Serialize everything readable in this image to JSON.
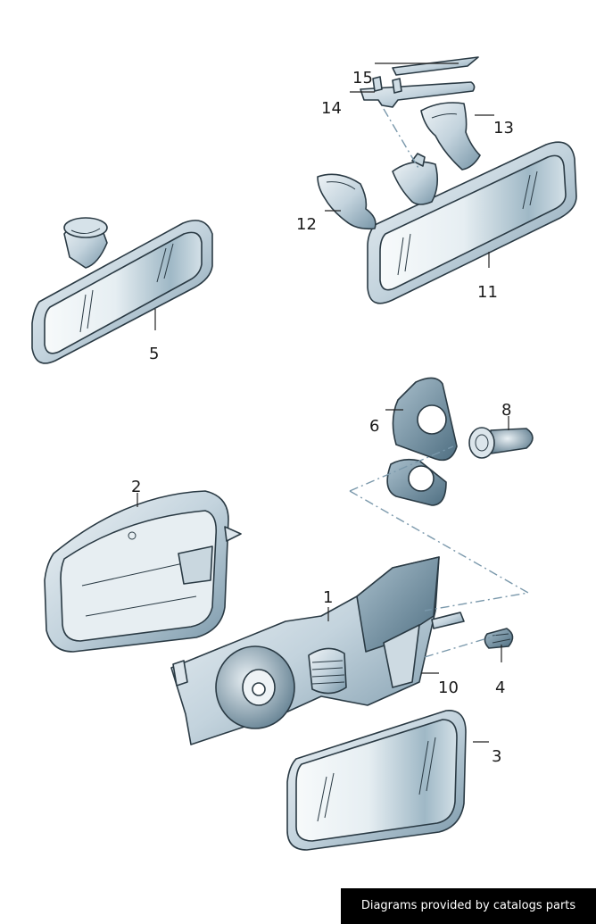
{
  "diagram": {
    "callouts": [
      "1",
      "2",
      "3",
      "4",
      "5",
      "6",
      "8",
      "10",
      "11",
      "12",
      "13",
      "14",
      "15"
    ]
  },
  "credit": {
    "text": "Diagrams provided by catalogs parts"
  },
  "colors": {
    "body_light": "#dfe8ee",
    "body_mid": "#b5c8d4",
    "body_dark": "#6f8ea1",
    "glass_light": "#f3f7f9",
    "glass_dark": "#8aa7b8",
    "outline": "#2a3a44",
    "dash_line": "#7a98ab",
    "credit_bg": "#000000",
    "credit_fg": "#ffffff"
  }
}
